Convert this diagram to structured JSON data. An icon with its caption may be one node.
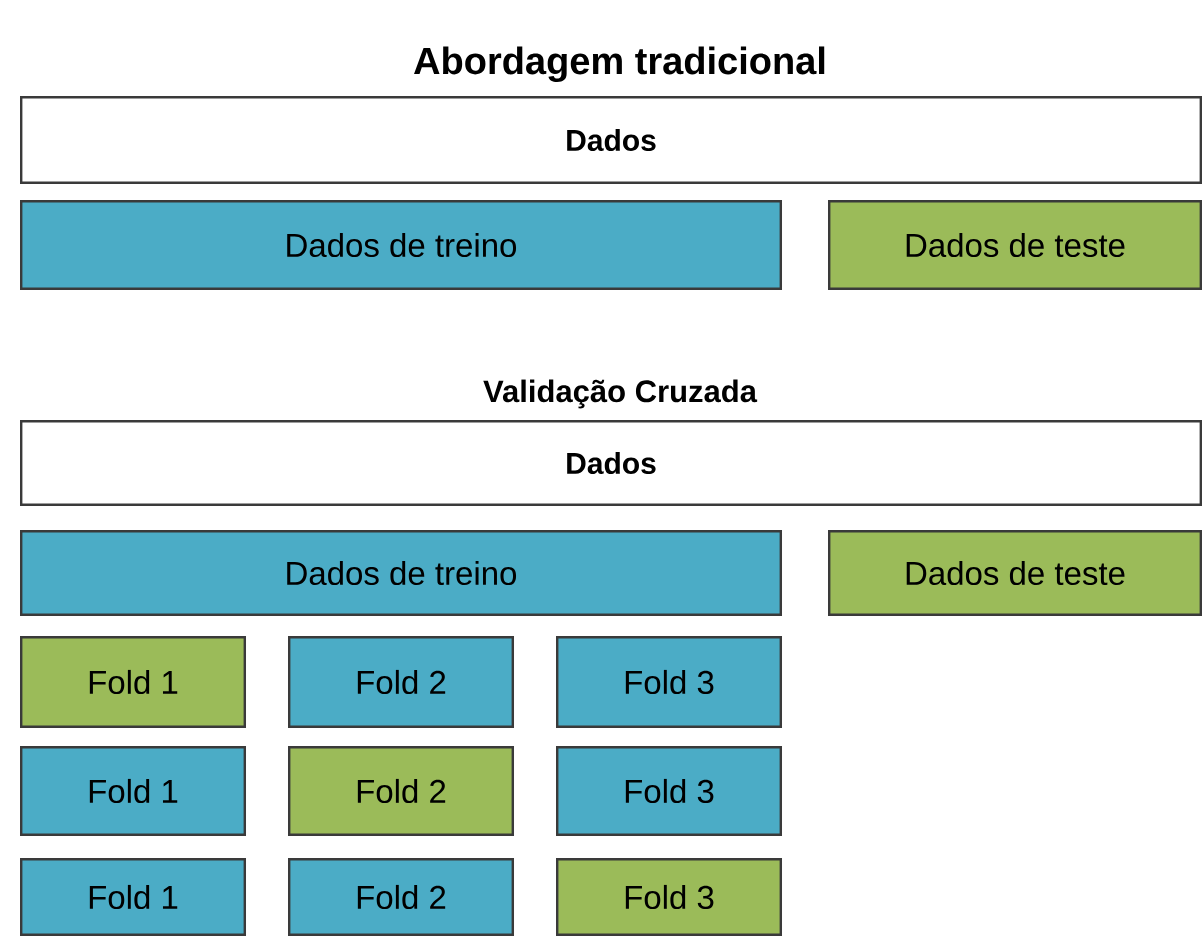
{
  "diagram": {
    "title": "Abordagem tradicional",
    "nodes": [
      {
        "text": [
          "Dados"
        ]
      },
      {
        "text": [
          "Dados de treino"
        ]
      },
      {
        "text": [
          "Dados de teste"
        ]
      },
      {
        "text": [
          "Dados"
        ]
      },
      {
        "text": [
          "Dados de treino"
        ]
      },
      {
        "text": [
          "Dados de teste"
        ]
      },
      {
        "text": [
          "Fold 1"
        ]
      },
      {
        "text": [
          "Fold 2"
        ]
      },
      {
        "text": [
          "Fold 3"
        ]
      },
      {
        "text": [
          "Fold 1"
        ]
      },
      {
        "text": [
          "Fold 2"
        ]
      },
      {
        "text": [
          "Fold 3"
        ]
      },
      {
        "text": [
          "Fold 1"
        ]
      },
      {
        "text": [
          "Fold 2"
        ]
      },
      {
        "text": [
          "Fold 3"
        ]
      }
    ],
    "labels": [
      "Validação Cruzada"
    ]
  }
}
